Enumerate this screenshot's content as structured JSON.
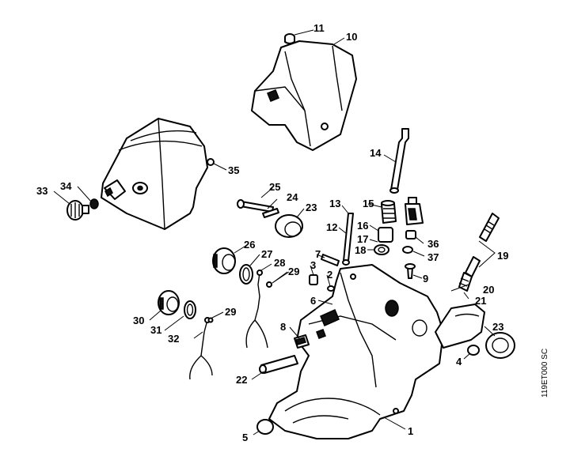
{
  "diagram": {
    "document_code": "119ET000 SC",
    "callouts": [
      "1",
      "2",
      "3",
      "4",
      "5",
      "6",
      "7",
      "8",
      "9",
      "10",
      "11",
      "12",
      "13",
      "14",
      "15",
      "16",
      "17",
      "18",
      "19",
      "20",
      "21",
      "22",
      "23",
      "23",
      "24",
      "25",
      "26",
      "27",
      "28",
      "29",
      "29",
      "30",
      "31",
      "32",
      "33",
      "34",
      "35",
      "36",
      "37"
    ]
  }
}
